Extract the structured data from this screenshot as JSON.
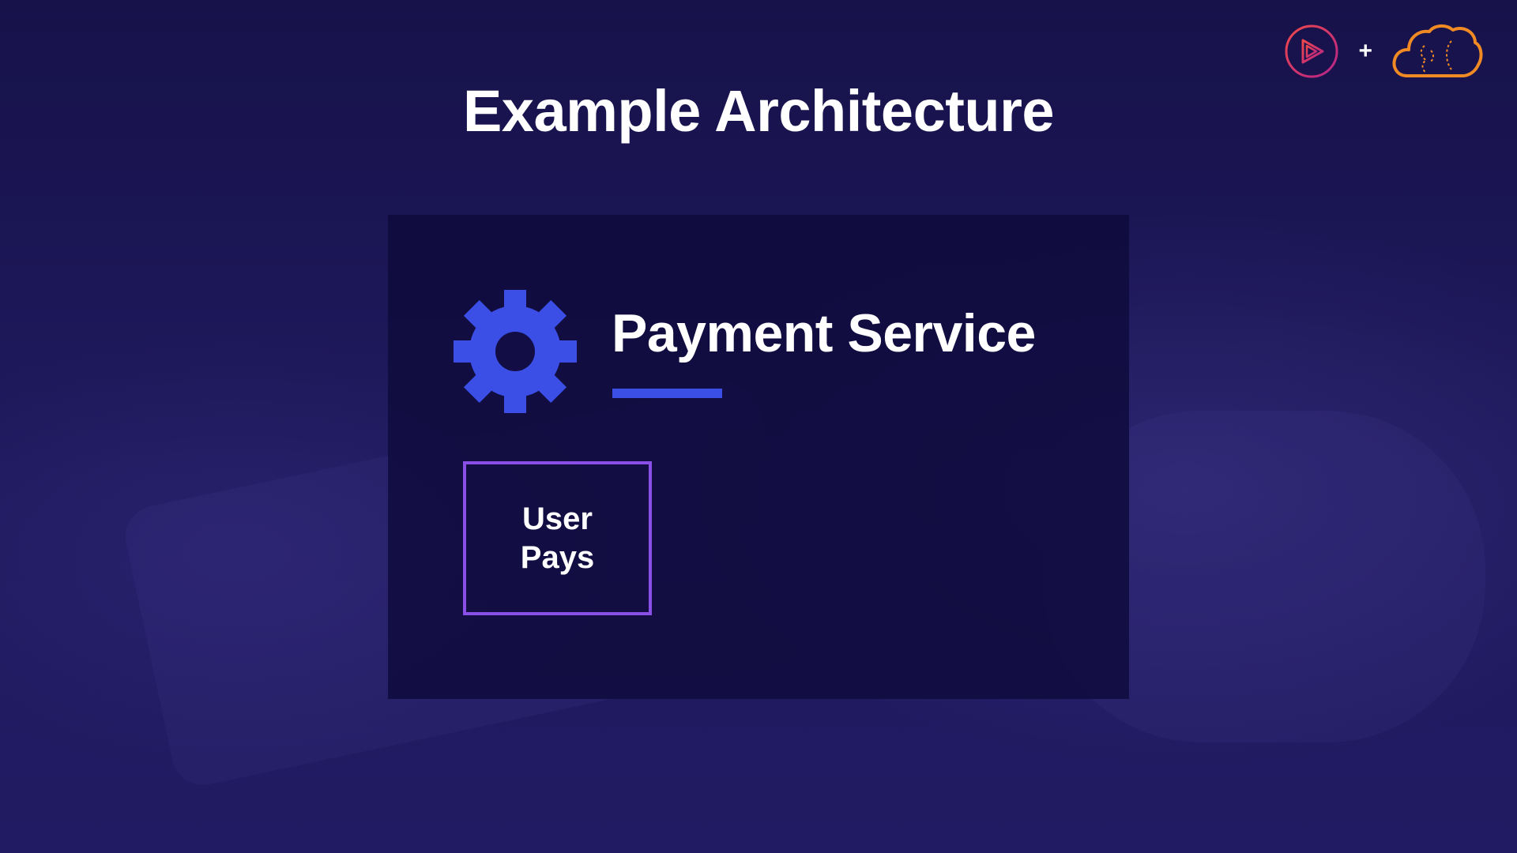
{
  "slide": {
    "title": "Example Architecture"
  },
  "branding": {
    "left_logo": "play-icon",
    "separator": "+",
    "right_logo": "cloud-icon",
    "colors": {
      "play": "#e0384f",
      "cloud": "#f08a24"
    }
  },
  "service": {
    "title": "Payment Service",
    "icon": "gear-icon",
    "accent": "#3b4fe6"
  },
  "nodes": [
    {
      "label": "User Pays",
      "border_color": "#8a4fe6"
    }
  ]
}
